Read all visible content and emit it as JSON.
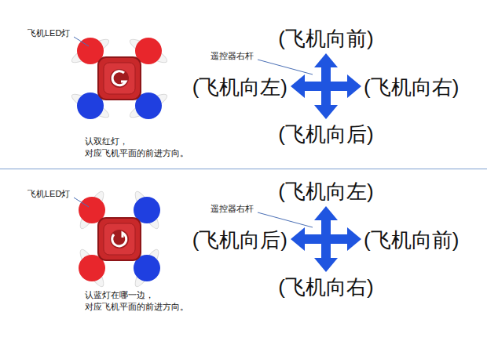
{
  "diagram": {
    "labels": [
      "(飞机向前)",
      "飞机LED灯",
      "遥控器右杆",
      "(飞机向左)",
      "(飞机向右)",
      "认双红灯， 对应飞机平面的前进方向。",
      "(飞机向后)",
      "(飞机向左)",
      "飞机LED灯",
      "遥控器右杆",
      "(飞机向后)",
      "(飞机向前)",
      "认蓝灯在哪一边， 对应飞机平面的前进方向。",
      "(飞机向右)"
    ]
  }
}
